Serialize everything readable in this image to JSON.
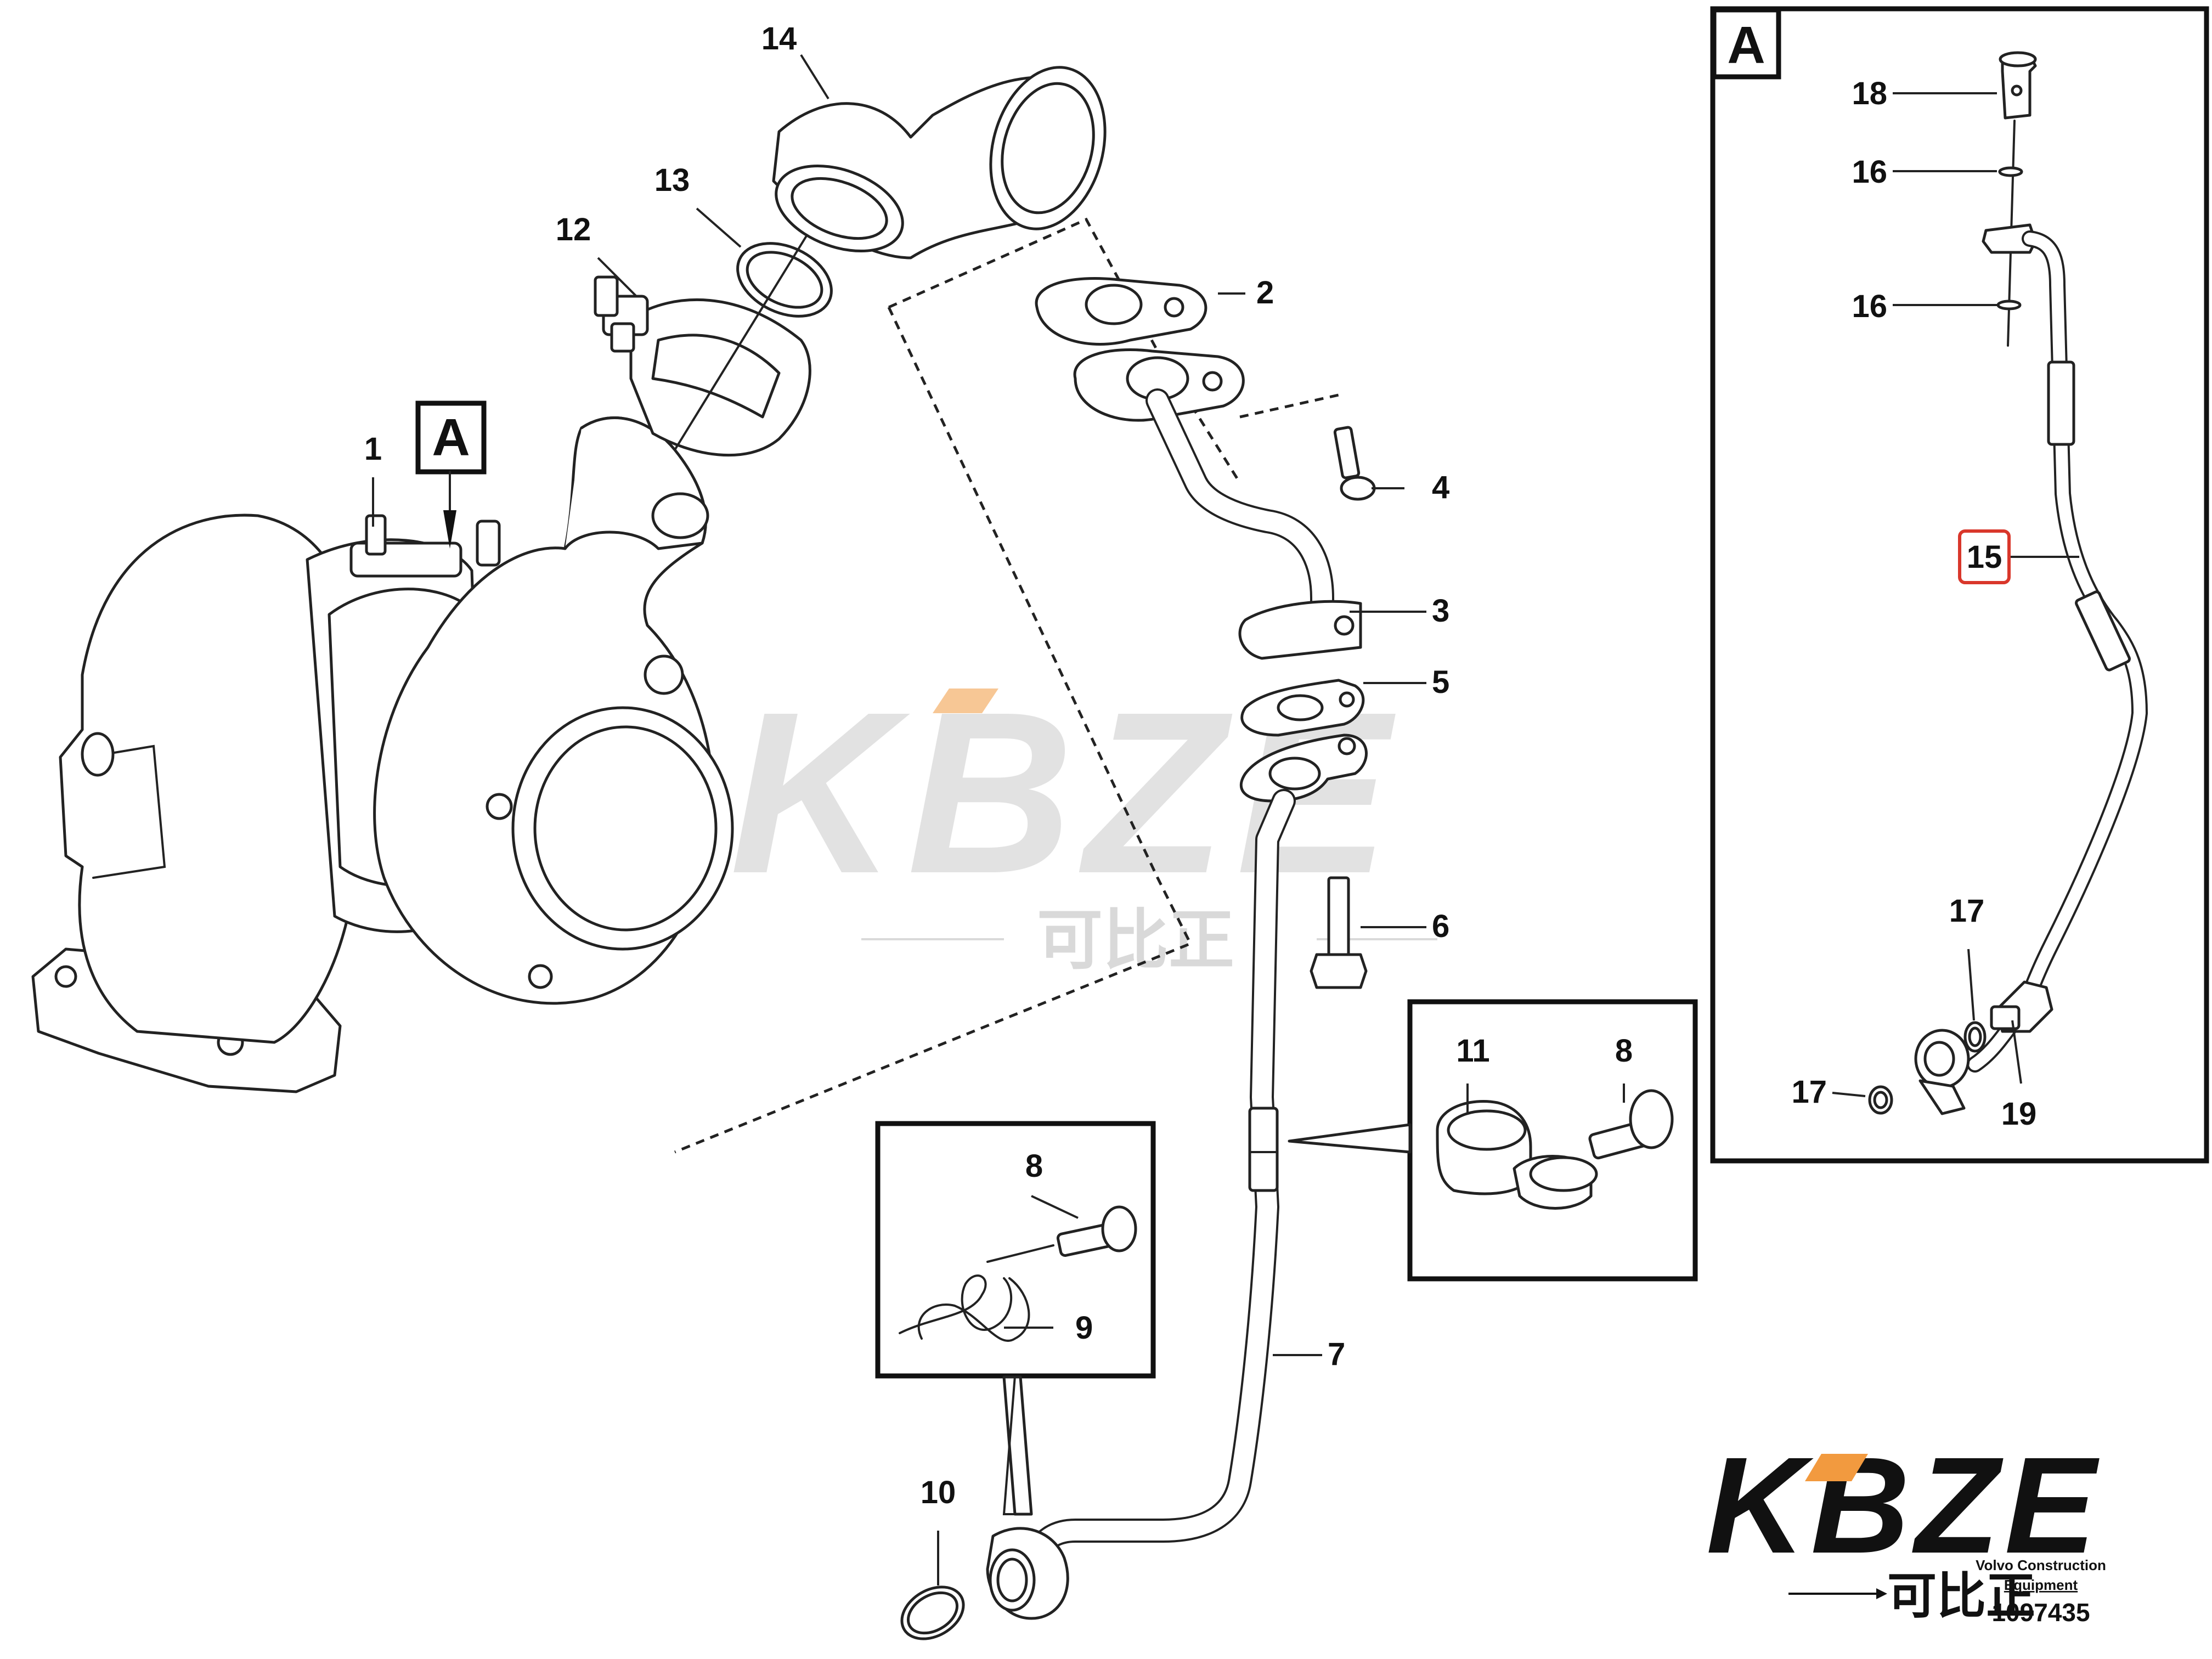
{
  "diagram": {
    "callouts": [
      {
        "id": "c1",
        "label": "1"
      },
      {
        "id": "c2",
        "label": "2"
      },
      {
        "id": "c3",
        "label": "3"
      },
      {
        "id": "c4",
        "label": "4"
      },
      {
        "id": "c5",
        "label": "5"
      },
      {
        "id": "c6",
        "label": "6"
      },
      {
        "id": "c7",
        "label": "7"
      },
      {
        "id": "c8a",
        "label": "8"
      },
      {
        "id": "c8b",
        "label": "8"
      },
      {
        "id": "c9",
        "label": "9"
      },
      {
        "id": "c10",
        "label": "10"
      },
      {
        "id": "c11",
        "label": "11"
      },
      {
        "id": "c12",
        "label": "12"
      },
      {
        "id": "c13",
        "label": "13"
      },
      {
        "id": "c14",
        "label": "14"
      },
      {
        "id": "c15",
        "label": "15"
      },
      {
        "id": "c16a",
        "label": "16"
      },
      {
        "id": "c16b",
        "label": "16"
      },
      {
        "id": "c17a",
        "label": "17"
      },
      {
        "id": "c17b",
        "label": "17"
      },
      {
        "id": "c18",
        "label": "18"
      },
      {
        "id": "c19",
        "label": "19"
      }
    ],
    "view_marker": "A",
    "detail_view_label": "A",
    "highlight_color": "#d9372b"
  },
  "watermark": {
    "brand": "KBZE",
    "brand_cjk": "可比正",
    "accent_color": "#f29a3f"
  },
  "footer": {
    "brand": "KBZE",
    "brand_cjk": "可比正",
    "manufacturer_line1": "Volvo Construction",
    "manufacturer_line2": "Equipment",
    "drawing_number": "1097435"
  }
}
